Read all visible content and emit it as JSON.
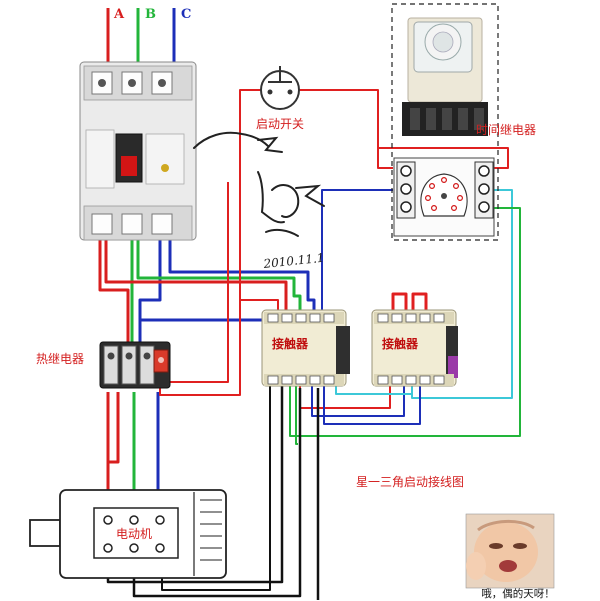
{
  "phases": {
    "a": "A",
    "b": "B",
    "c": "C"
  },
  "labels": {
    "start_switch": "启动开关",
    "time_relay": "时间继电器",
    "thermal_relay": "热继电器",
    "contactor_1": "接触器",
    "contactor_2": "接触器",
    "motor": "电动机",
    "title": "星一三角启动接线图",
    "handwritten_date": "2010.11.1"
  },
  "meme": {
    "caption": "哦，偶的天呀！"
  },
  "colors": {
    "phase_a": "#d81e1e",
    "phase_b": "#22b53a",
    "phase_c": "#1d2fb8",
    "control_red": "#e02020",
    "cyan_wire": "#3cc8d8",
    "label_red": "#d42020",
    "contactor_body": "#f1ecd4"
  }
}
